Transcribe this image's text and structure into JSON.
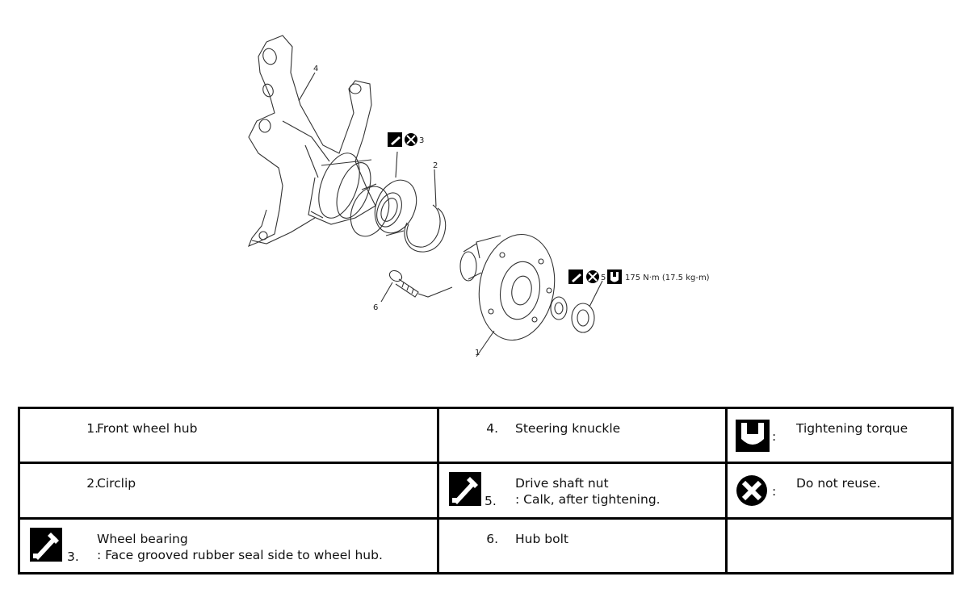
{
  "diagram": {
    "callouts": {
      "c1": "1",
      "c2": "2",
      "c3": "3",
      "c4": "4",
      "c5": "5",
      "c6": "6",
      "torque": "175 N·m (17.5 kg-m)"
    }
  },
  "legend": {
    "item1": {
      "num": "1.",
      "label": "Front wheel hub"
    },
    "item2": {
      "num": "2.",
      "label": "Circlip"
    },
    "item3": {
      "num": "3.",
      "label": "Wheel bearing",
      "note": ": Face grooved rubber seal side to wheel hub."
    },
    "item4": {
      "num": "4.",
      "label": "Steering knuckle"
    },
    "item5": {
      "num": "5.",
      "label": "Drive shaft nut",
      "note": ": Calk, after tightening."
    },
    "item6": {
      "num": "6.",
      "label": "Hub bolt"
    },
    "sym_torque": {
      "colon": ":",
      "label": "Tightening torque"
    },
    "sym_noreuse": {
      "colon": ":",
      "label": "Do not reuse."
    }
  },
  "icons": [
    "hammer-icon",
    "do-not-reuse-icon",
    "torque-wrench-icon"
  ],
  "colors": {
    "ink": "#000000",
    "background": "#ffffff"
  }
}
